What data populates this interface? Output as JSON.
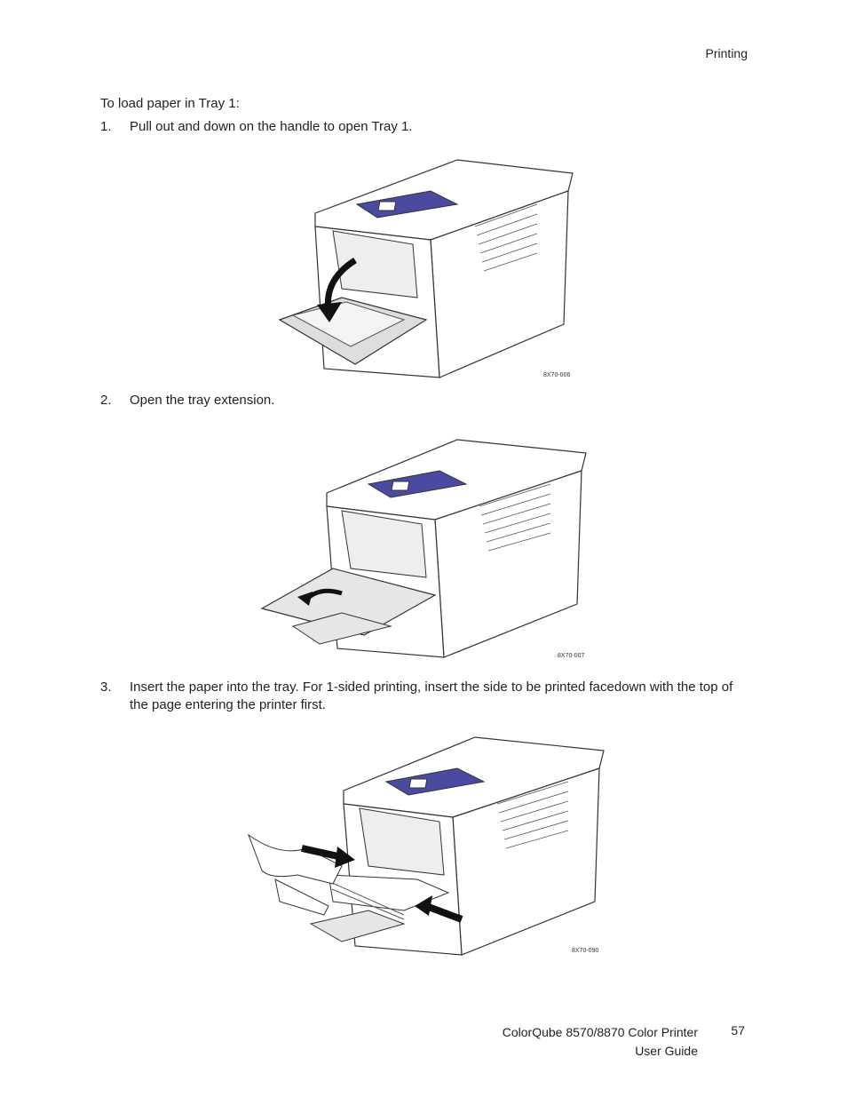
{
  "header": {
    "section": "Printing"
  },
  "intro": "To load paper in Tray 1:",
  "steps": [
    {
      "num": "1.",
      "text": "Pull out and down on the handle to open Tray 1."
    },
    {
      "num": "2.",
      "text": "Open the tray extension."
    },
    {
      "num": "3.",
      "text": "Insert the paper into the tray. For 1-sided printing, insert the side to be printed facedown with the top of the page entering the printer first."
    }
  ],
  "figures": [
    {
      "code": "8X70-006"
    },
    {
      "code": "8X70-007"
    },
    {
      "code": "8X70-090"
    }
  ],
  "footer": {
    "product": "ColorQube 8570/8870 Color Printer",
    "doc": "User Guide",
    "page": "57"
  },
  "colors": {
    "panel": "#4a4aa0",
    "text": "#231f20",
    "outline": "#333333"
  }
}
